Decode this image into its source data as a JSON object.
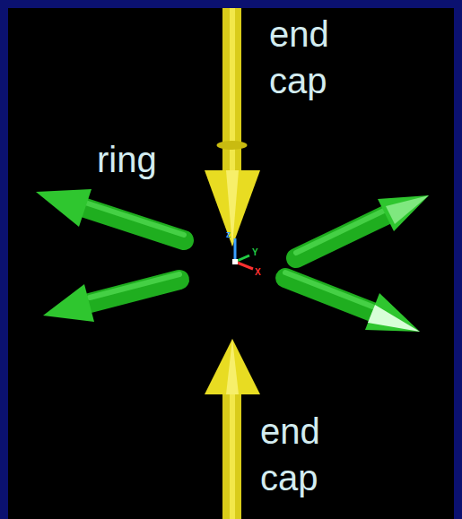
{
  "diagram": {
    "labels": [
      "end cap",
      "ring",
      "end cap",
      "z",
      "Y",
      "X"
    ]
  }
}
